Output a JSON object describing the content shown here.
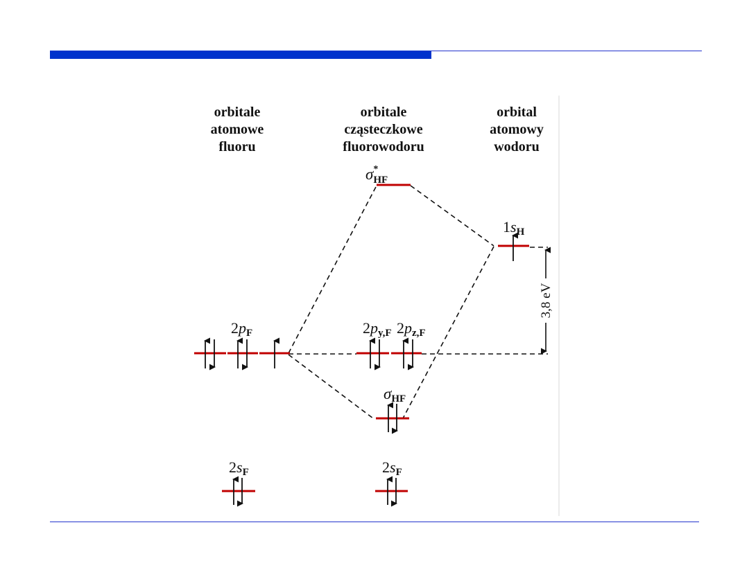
{
  "headers": {
    "fluorine": [
      "orbitale",
      "atomowe",
      "fluoru"
    ],
    "molecule": [
      "orbitale",
      "cząsteczkowe",
      "fluorowodoru"
    ],
    "hydrogen": [
      "orbital",
      "atomowy",
      "wodoru"
    ]
  },
  "levels": {
    "sigma_star": {
      "symbol": "σ",
      "star": "*",
      "sub": "HF"
    },
    "one_s_h": {
      "main": "1",
      "ital": "s",
      "sub": "H"
    },
    "two_p_f": {
      "main": "2",
      "ital": "p",
      "sub": "F"
    },
    "two_py_f": {
      "main": "2",
      "ital": "p",
      "sub": "y,F"
    },
    "two_pz_f": {
      "main": "2",
      "ital": "p",
      "sub": "z,F"
    },
    "sigma_hf": {
      "symbol": "σ",
      "sub": "HF"
    },
    "two_s_f_left": {
      "main": "2",
      "ital": "s",
      "sub": "F"
    },
    "two_s_f_mid": {
      "main": "2",
      "ital": "s",
      "sub": "F"
    }
  },
  "energy_gap_label": "3,8 eV",
  "colors": {
    "accent_bar": "#0033cc",
    "rule_line": "#2233cc",
    "level_line": "#c00000",
    "text": "#111111",
    "frame_edge": "#e6e6e6"
  }
}
